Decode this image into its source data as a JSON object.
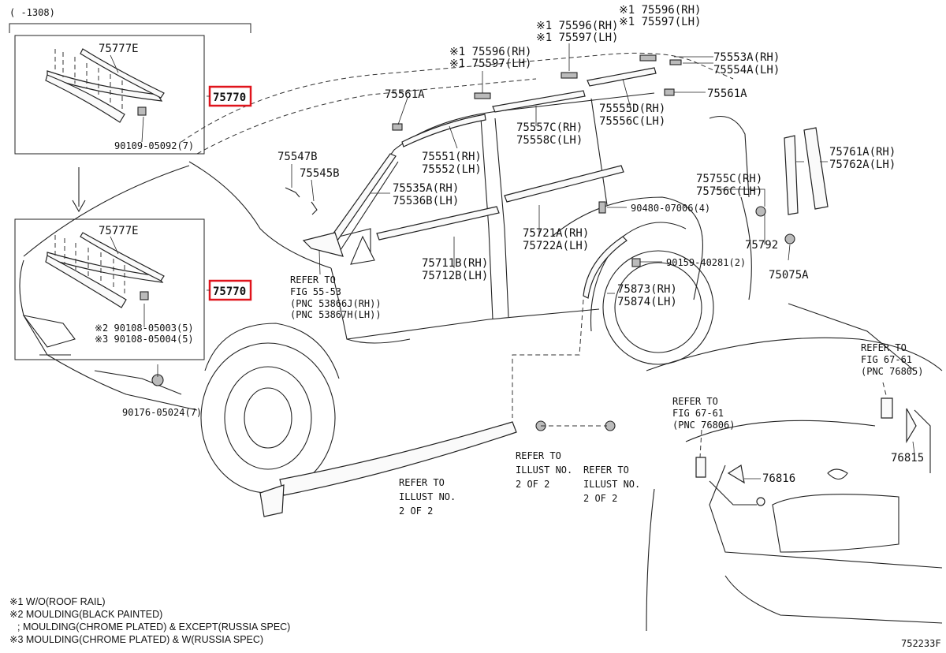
{
  "range": "( -1308)",
  "diagram_id": "752233F",
  "highlight_color": "#e0141c",
  "callouts": {
    "p75770_a": "75770",
    "p75770_b": "75770",
    "p75777e_a": "75777E",
    "p75777e_b": "75777E",
    "p90109": "90109-05092(7)",
    "p90108_2": "※2 90108-05003(5)",
    "p90108_3": "※3 90108-05004(5)",
    "p90176": "90176-05024(7)",
    "p75547b": "75547B",
    "p75545b": "75545B",
    "p75561a_l": "75561A",
    "p75596_m": "※1 75596(RH)",
    "p75597_m": "※1 75597(LH)",
    "p75596_t": "※1 75596(RH)",
    "p75597_t": "※1 75597(LH)",
    "p75596_r": "※1 75596(RH)",
    "p75597_r": "※1 75597(LH)",
    "p75553a": "75553A(RH)",
    "p75554a": "75554A(LH)",
    "p75561a_r": "75561A",
    "p75555d": "75555D(RH)",
    "p75556c": "75556C(LH)",
    "p75557c": "75557C(RH)",
    "p75558c": "75558C(LH)",
    "p75551": "75551(RH)",
    "p75552": "75552(LH)",
    "p75535a": "75535A(RH)",
    "p75536b": "75536B(LH)",
    "p75761a": "75761A(RH)",
    "p75762a": "75762A(LH)",
    "p75755c": "75755C(RH)",
    "p75756c": "75756C(LH)",
    "p90480": "90480-07006(4)",
    "p75721a": "75721A(RH)",
    "p75722a": "75722A(LH)",
    "p75711b": "75711B(RH)",
    "p75712b": "75712B(LH)",
    "p75792": "75792",
    "p90159": "90159-40281(2)",
    "p75075a": "75075A",
    "p75873": "75873(RH)",
    "p75874": "75874(LH)",
    "p76816": "76816",
    "p76815": "76815"
  },
  "refers": {
    "fig55_1": "REFER TO",
    "fig55_2": "FIG 55-53",
    "fig55_3": "(PNC 53866J(RH))",
    "fig55_4": "(PNC 53867H(LH))",
    "fig67a_1": "REFER TO",
    "fig67a_2": "FIG 67-61",
    "fig67a_3": "(PNC 76805)",
    "fig67b_1": "REFER TO",
    "fig67b_2": "FIG 67-61",
    "fig67b_3": "(PNC 76806)",
    "ill_a_1": "REFER TO",
    "ill_a_2": "ILLUST NO.",
    "ill_a_3": "2 OF 2",
    "ill_b_1": "REFER TO",
    "ill_b_2": "ILLUST NO.",
    "ill_b_3": "2 OF 2",
    "ill_c_1": "REFER TO",
    "ill_c_2": "ILLUST NO.",
    "ill_c_3": "2 OF 2"
  },
  "notes": [
    "※1 W/O(ROOF RAIL)",
    "※2 MOULDING(BLACK PAINTED)",
    "; MOULDING(CHROME PLATED) & EXCEPT(RUSSIA SPEC)",
    "※3 MOULDING(CHROME PLATED) & W(RUSSIA SPEC)"
  ]
}
